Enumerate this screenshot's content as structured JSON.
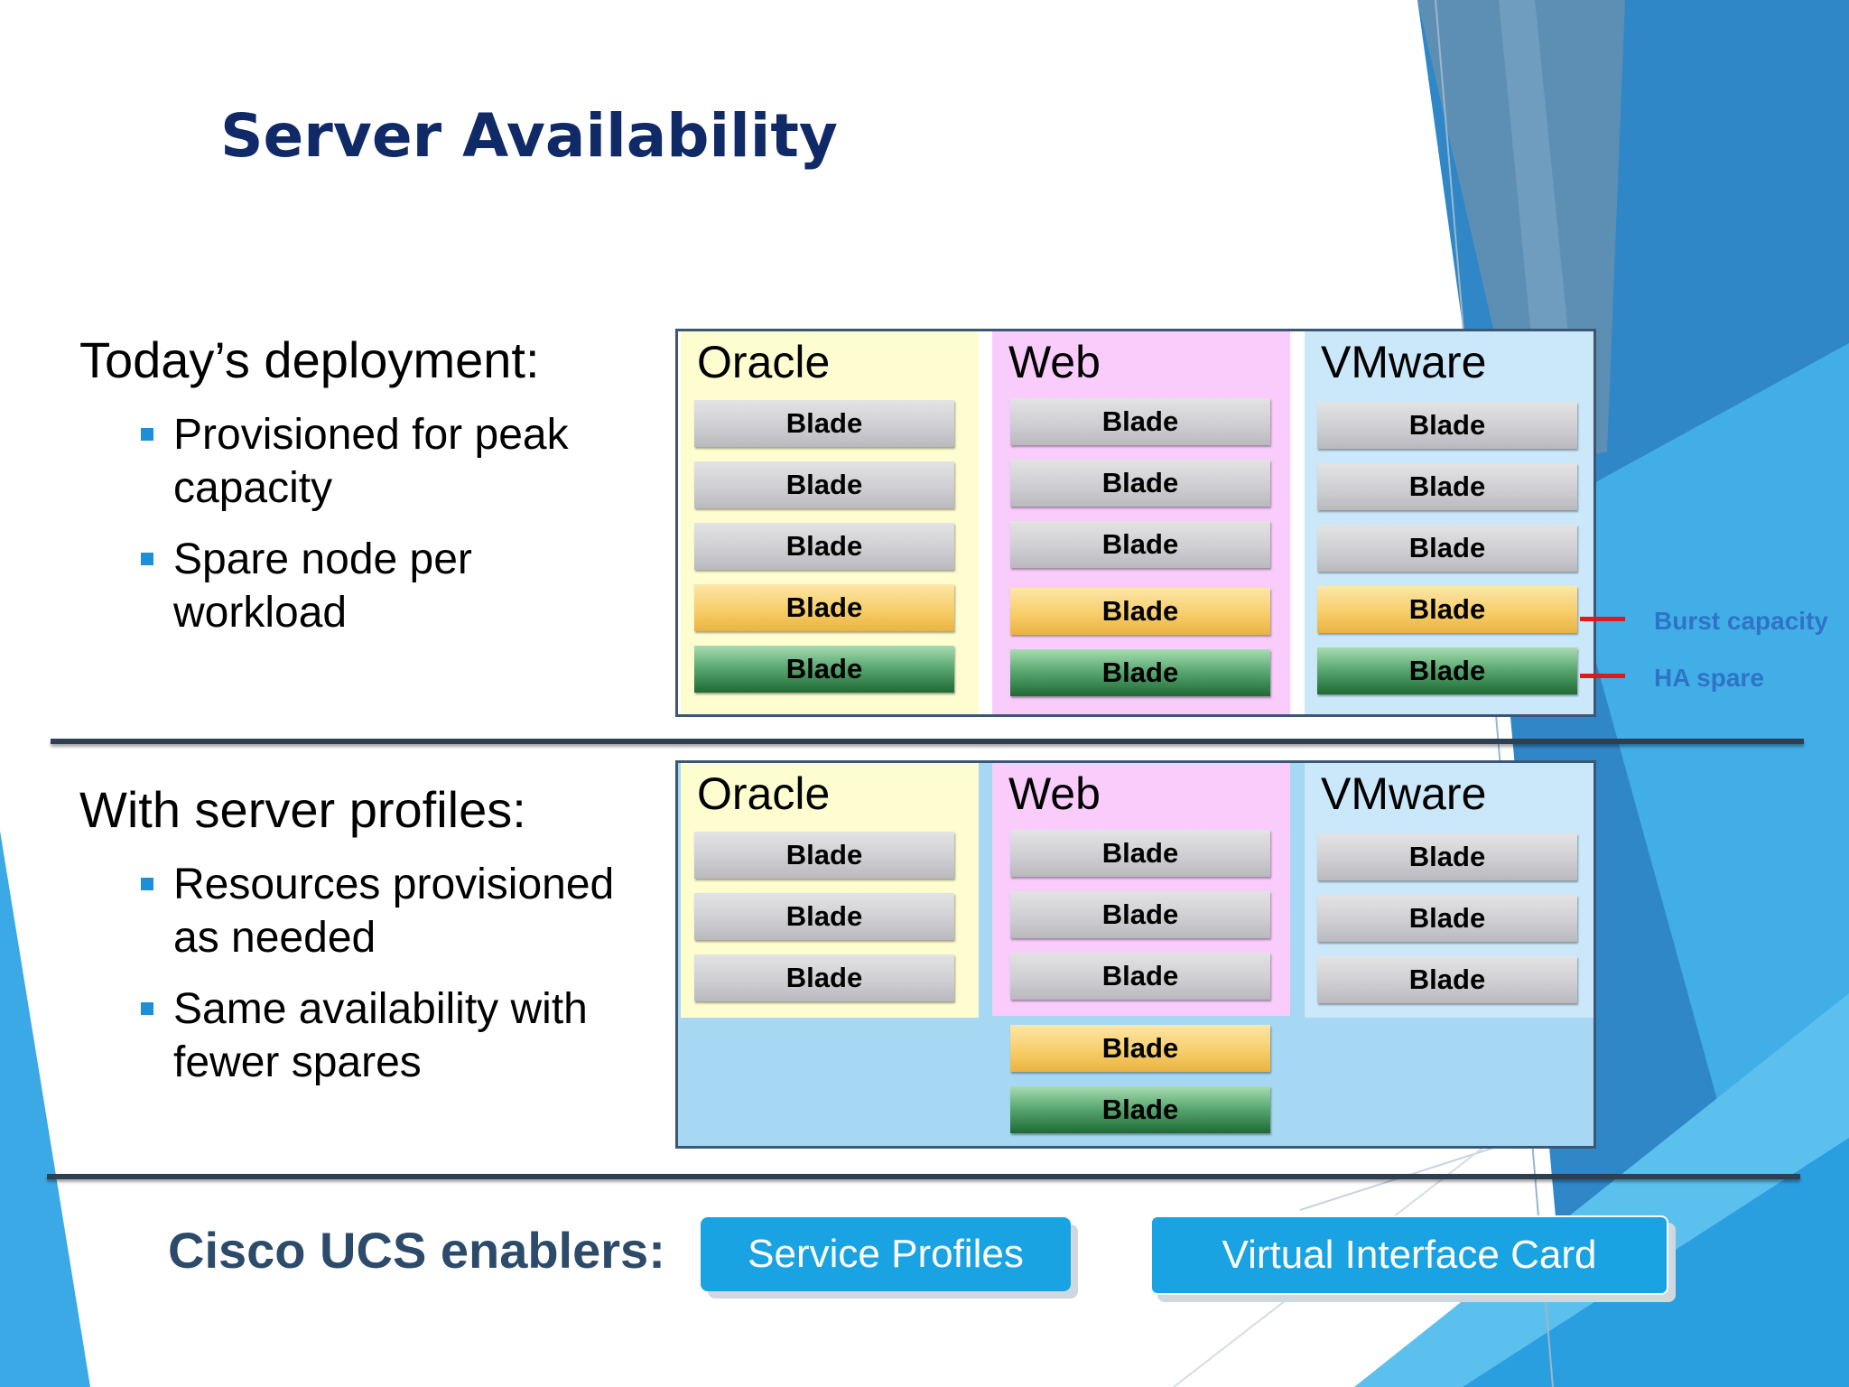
{
  "title": "Server Availability",
  "top": {
    "heading": "Today’s deployment:",
    "bullets": [
      "Provisioned for peak capacity",
      "Spare node per workload"
    ],
    "columns": [
      {
        "name": "Oracle",
        "blades": [
          "Blade",
          "Blade",
          "Blade",
          "Blade",
          "Blade"
        ]
      },
      {
        "name": "Web",
        "blades": [
          "Blade",
          "Blade",
          "Blade",
          "Blade",
          "Blade"
        ]
      },
      {
        "name": "VMware",
        "blades": [
          "Blade",
          "Blade",
          "Blade",
          "Blade",
          "Blade"
        ]
      }
    ],
    "legend": {
      "burst": "Burst capacity",
      "ha": "HA spare"
    }
  },
  "bottom": {
    "heading": "With server profiles:",
    "bullets": [
      "Resources provisioned as needed",
      "Same availability with fewer spares"
    ],
    "columns": [
      {
        "name": "Oracle",
        "blades": [
          "Blade",
          "Blade",
          "Blade"
        ]
      },
      {
        "name": "Web",
        "blades": [
          "Blade",
          "Blade",
          "Blade"
        ]
      },
      {
        "name": "VMware",
        "blades": [
          "Blade",
          "Blade",
          "Blade"
        ]
      }
    ],
    "shared_blades": [
      "Blade",
      "Blade"
    ]
  },
  "enablers": {
    "label": "Cisco UCS enablers:",
    "buttons": [
      "Service Profiles",
      "Virtual Interface Card"
    ]
  },
  "colors": {
    "title": "#0f2a66",
    "bullet": "#1e8fd6",
    "oracle_bg": "#fdfdd0",
    "web_bg": "#f9ccfb",
    "vmware_bg": "#cbe8fa",
    "pool_bg": "#a6d8f3",
    "button": "#1aa3e2",
    "legend_line": "#e01a1a"
  }
}
